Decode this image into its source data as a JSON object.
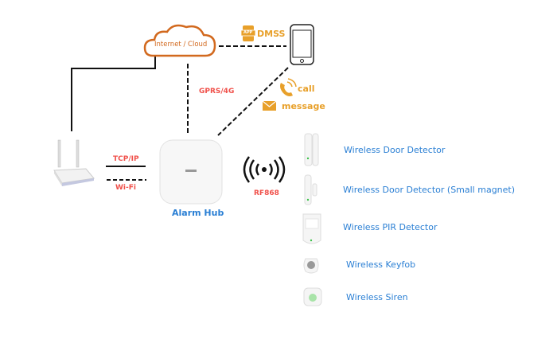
{
  "cloud": {
    "label": "Internet / Cloud"
  },
  "links": {
    "dmss": "DMSS",
    "app_badge": "APP",
    "gprs": "GPRS/4G",
    "call": "call",
    "message": "message",
    "tcpip": "TCP/IP",
    "wifi": "Wi-Fi",
    "rf": "RF868"
  },
  "hub": {
    "label": "Alarm Hub"
  },
  "devices": [
    {
      "label": "Wireless Door Detector"
    },
    {
      "label": "Wireless Door Detector (Small magnet)"
    },
    {
      "label": "Wireless PIR Detector"
    },
    {
      "label": "Wireless Keyfob"
    },
    {
      "label": "Wireless Siren"
    }
  ],
  "colors": {
    "cloud": "#d2691e",
    "label_blue": "#2a7fd4",
    "label_red": "#f0504a",
    "label_orange": "#e8a02a",
    "led": "#3cc24a"
  }
}
